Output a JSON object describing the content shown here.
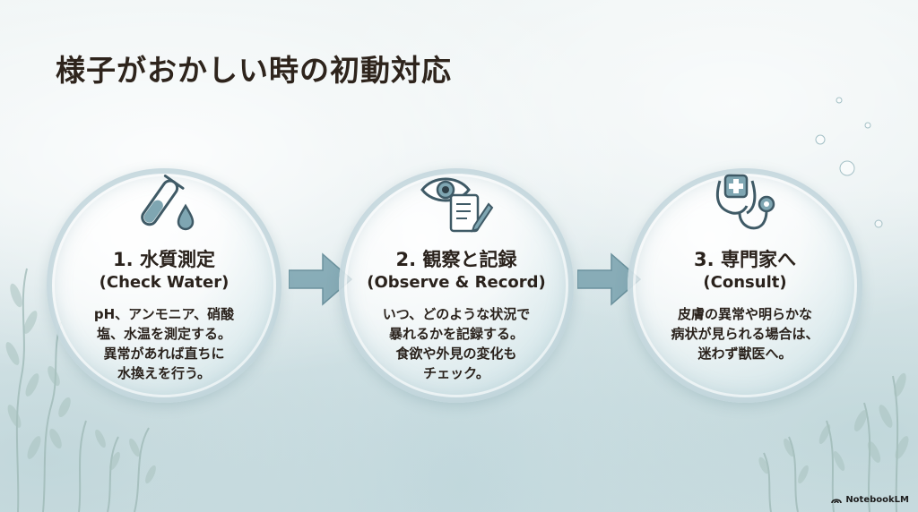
{
  "title": "様子がおかしい時の初動対応",
  "steps": [
    {
      "heading": "1. 水質測定",
      "subheading": "(Check Water)",
      "body": [
        "pH、アンモニア、硝酸",
        "塩、水温を測定する。",
        "異常があれば直ちに",
        "水換えを行う。"
      ],
      "icon": "test-tube-icon"
    },
    {
      "heading": "2. 観察と記録",
      "subheading": "(Observe & Record)",
      "body": [
        "いつ、どのような状況で",
        "暴れるかを記録する。",
        "食欲や外見の変化も",
        "チェック。"
      ],
      "icon": "eye-notepad-icon"
    },
    {
      "heading": "3. 専門家へ",
      "subheading": "(Consult)",
      "body": [
        "皮膚の異常や明らかな",
        "病状が見られる場合は、",
        "迷わず獣医へ。"
      ],
      "icon": "stethoscope-icon"
    }
  ],
  "brand": {
    "label": "NotebookLM",
    "icon": "notebooklm-logo-icon"
  },
  "colors": {
    "title": "#2e241c",
    "bubble_rim": "#96b9c3",
    "icon_stroke": "#3f5a66",
    "arrow": "#7fa6b2"
  }
}
